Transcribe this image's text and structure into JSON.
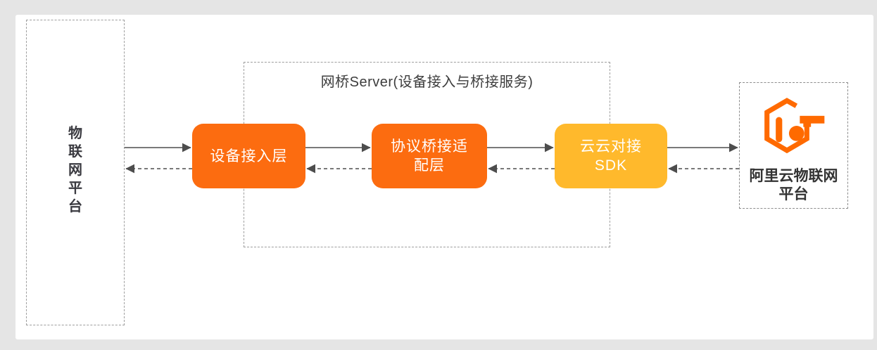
{
  "page": {
    "background_color": "#e5e5e5",
    "card_background_color": "#ffffff"
  },
  "left_platform": {
    "name": "物联网平台",
    "chars": [
      "物",
      "联",
      "网",
      "平",
      "台"
    ]
  },
  "bridge_server": {
    "title": "网桥Server(设备接入与桥接服务)",
    "boxes": [
      {
        "id": "device-access-layer",
        "lines": [
          "设备接入层"
        ],
        "color": "#FC6C10"
      },
      {
        "id": "protocol-bridge-adapter-layer",
        "lines": [
          "协议桥接适",
          "配层"
        ],
        "color": "#FC6C10"
      },
      {
        "id": "cloud-cloud-sdk",
        "lines": [
          "云云对接",
          "SDK"
        ],
        "color": "#FFB92C"
      }
    ]
  },
  "aliyun_platform": {
    "lines": [
      "阿里云物联网",
      "平台"
    ],
    "logo_icon": "alibaba-cloud-iot-logo",
    "logo_color": "#FF6A00"
  },
  "colors": {
    "arrow": "#4d4d4d",
    "dashed_border": "#9e9e9e"
  }
}
